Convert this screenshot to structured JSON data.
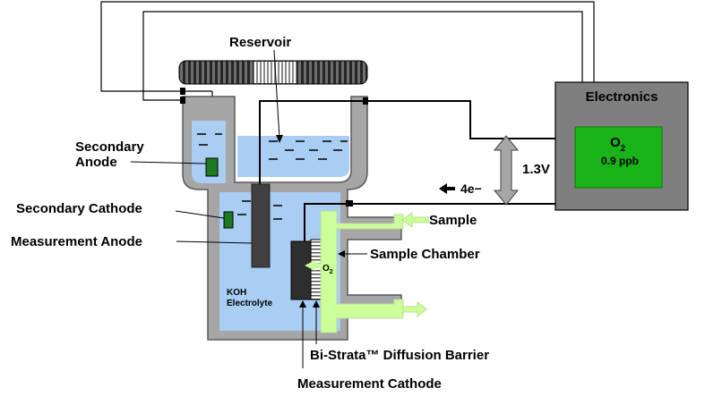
{
  "labels": {
    "reservoir": "Reservoir",
    "secondary_anode_line1": "Secondary",
    "secondary_anode_line2": "Anode",
    "secondary_cathode": "Secondary Cathode",
    "measurement_anode": "Measurement Anode",
    "koh_line1": "KOH",
    "koh_line2": "Electrolyte",
    "o2_membrane": "O",
    "o2_membrane_sub": "2",
    "electrons": "4e−",
    "voltage": "1.3V",
    "sample": "Sample",
    "sample_chamber": "Sample Chamber",
    "diffusion_barrier": "Bi-Strata™ Diffusion Barrier",
    "measurement_cathode": "Measurement Cathode"
  },
  "electronics": {
    "title": "Electronics",
    "reading_symbol": "O",
    "reading_sub": "2",
    "reading_value": "0.9 ppb"
  },
  "colors": {
    "electrolyte": "#a9cdf3",
    "housing_gray": "#a6a6a6",
    "electronics_gray": "#7f7f7f",
    "display_green": "#19b319",
    "sample_green": "#ccff99",
    "electrode_dark": "#404040",
    "secondary_electrode": "#1e7a1e"
  }
}
